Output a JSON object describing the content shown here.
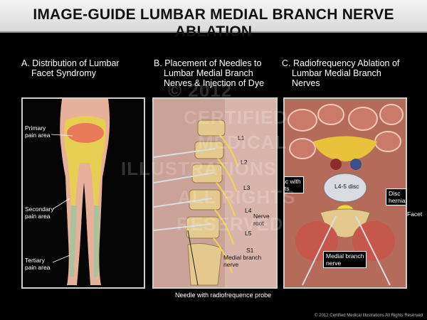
{
  "title": "IMAGE-GUIDE LUMBAR MEDIAL BRANCH NERVE ABLATION",
  "panels": {
    "a": {
      "heading_line1": "A. Distribution of Lumbar",
      "heading_line2": "Facet Syndromy",
      "labels": {
        "primary_1": "Primary",
        "primary_2": "pain area",
        "secondary_1": "Secondary",
        "secondary_2": "pain area",
        "tertiary_1": "Tertiary",
        "tertiary_2": "pain area"
      }
    },
    "b": {
      "heading_line1": "B. Placement of Needles to",
      "heading_line2": "Lumbar Medial Branch",
      "heading_line3": "Nerves & Injection of Dye",
      "labels": {
        "l1": "L1",
        "l2": "L2",
        "l3": "L3",
        "l4": "L4",
        "l5": "L5",
        "s1": "S1",
        "nerve_root_1": "Nerve",
        "nerve_root_2": "root",
        "medial_1": "Medial branch",
        "medial_2": "nerve"
      }
    },
    "c": {
      "heading_line1": "C. Radiofrequency Ablation of",
      "heading_line2": "Lumbar Medial Branch",
      "heading_line3": "Nerves",
      "labels": {
        "thecal_1": "Thecal sac with",
        "thecal_2": "nerve roots",
        "disc": "L4-5 disc",
        "herniation_1": "Disc",
        "herniation_2": "herniation",
        "facet": "Facet",
        "medial_1": "Medial branch",
        "medial_2": "nerve"
      }
    }
  },
  "needle_label": "Needle with radiofrequence probe",
  "watermark": {
    "year": "© 2012",
    "words": [
      "CERTIFIED",
      "MEDICAL",
      "ILLUSTRATIONS",
      "ALL RIGHTS",
      "RESERVED"
    ]
  },
  "copyright": "© 2012 Certified Medical Illustrations All Rights Reserved",
  "colors": {
    "primary_pain": "#e87a5a",
    "secondary_pain": "#e6d24a",
    "tertiary_pain": "#9fc79a",
    "skin": "#e6b09a",
    "bone": "#e3c98d",
    "nerve": "#f2d54a"
  }
}
